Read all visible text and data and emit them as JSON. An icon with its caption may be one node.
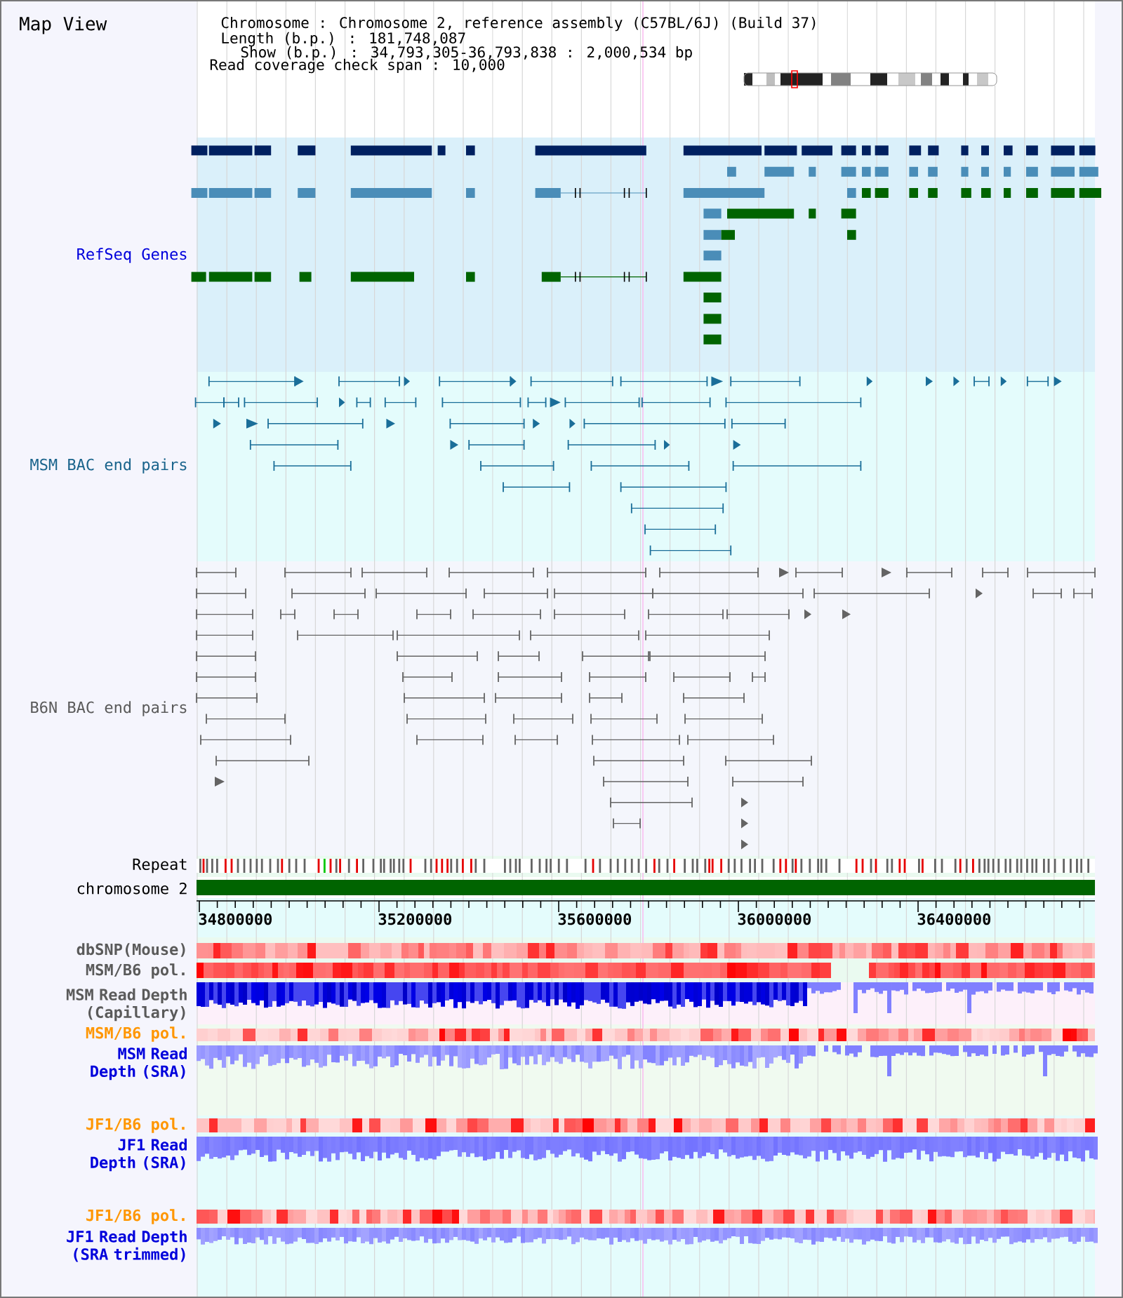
{
  "diagram": {
    "title": "Map View",
    "labels": [
      "Chromosome : Chromosome 2, reference assembly (C57BL/6J) (Build 37)",
      "Length (b.p.) : 181,748,087",
      "Show (b.p.) : 34,793,305-36,793,838 : 2,000,534 bp",
      "Read coverage check span : 10,000",
      "RefSeq Genes",
      "MSM BAC end pairs",
      "B6N BAC end pairs",
      "Repeat",
      "chromosome 2",
      "34800000",
      "35200000",
      "35600000",
      "36000000",
      "36400000",
      "dbSNP(Mouse)",
      "MSM/B6 pol.",
      "MSM Read Depth (Capillary)",
      "MSM/B6 pol.",
      "MSM Read Depth (SRA)",
      "JF1/B6 pol.",
      "JF1 Read Depth (SRA)",
      "JF1/B6 pol.",
      "JF1 Read Depth (SRA trimmed)"
    ]
  }
}
